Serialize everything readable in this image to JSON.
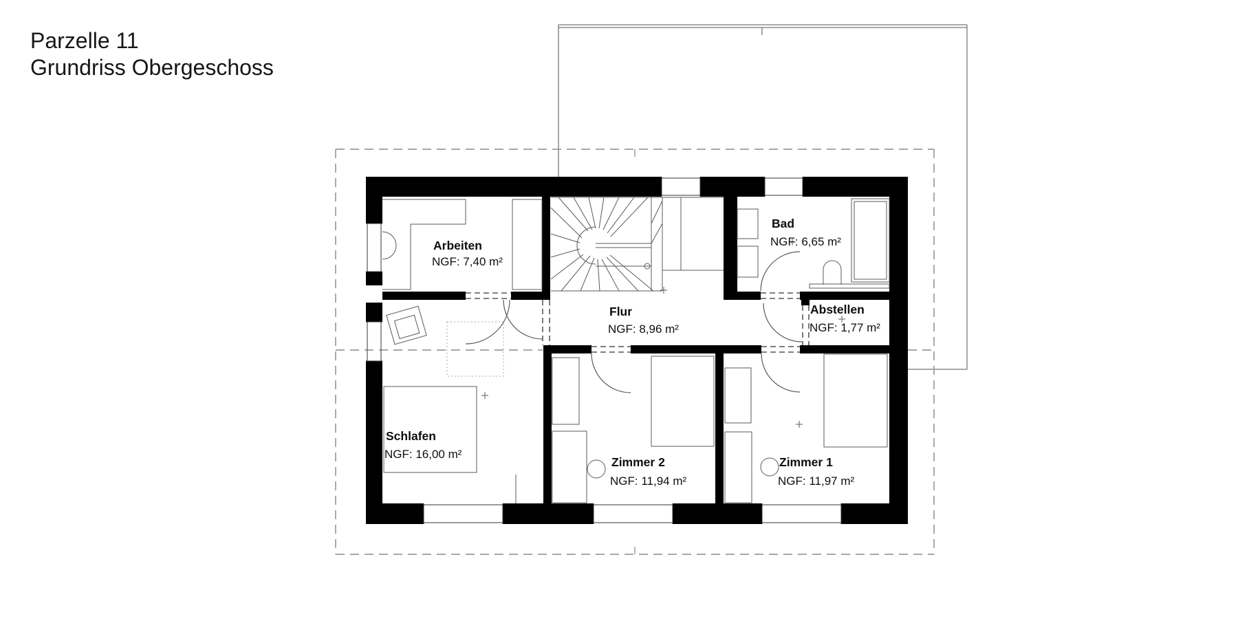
{
  "title": {
    "line1": "Parzelle 11",
    "line2": "Grundriss Obergeschoss"
  },
  "rooms": [
    {
      "id": "arbeiten",
      "name": "Arbeiten",
      "area_label": "NGF: 7,40 m²"
    },
    {
      "id": "bad",
      "name": "Bad",
      "area_label": "NGF: 6,65 m²"
    },
    {
      "id": "flur",
      "name": "Flur",
      "area_label": "NGF: 8,96 m²"
    },
    {
      "id": "abstellen",
      "name": "Abstellen",
      "area_label": "NGF: 1,77 m²"
    },
    {
      "id": "schlafen",
      "name": "Schlafen",
      "area_label": "NGF: 16,00 m²"
    },
    {
      "id": "zimmer2",
      "name": "Zimmer 2",
      "area_label": "NGF: 11,94 m²"
    },
    {
      "id": "zimmer1",
      "name": "Zimmer 1",
      "area_label": "NGF: 11,97 m²"
    }
  ],
  "colors": {
    "wall": "#000000",
    "thin_line": "#5a5a5a",
    "opening_line": "#333333",
    "boundary_dash": "#9b9b9b",
    "neighbor_outline": "#787878",
    "text": "#0e0e0e"
  }
}
